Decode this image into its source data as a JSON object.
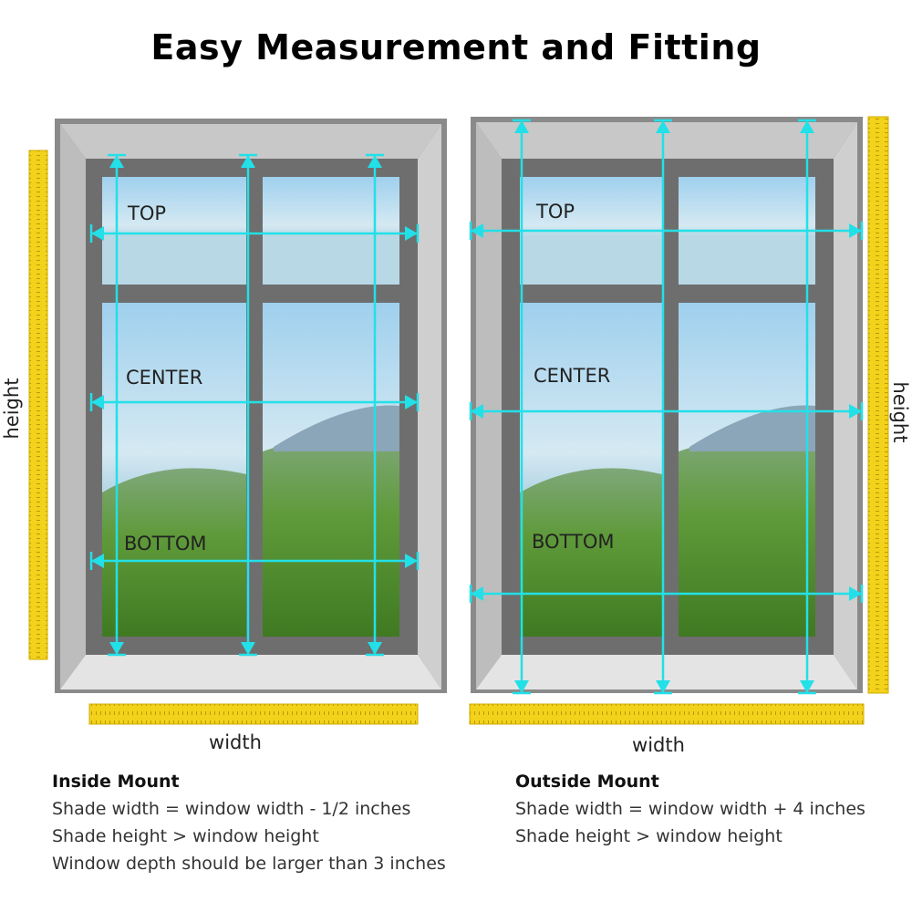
{
  "title": "Easy Measurement and Fitting",
  "colors": {
    "measure_line": "#22e0e8",
    "ruler": "#f2d21a",
    "frame_outer": "#8a8a8a",
    "frame_inner": "#6e6e6e",
    "reveal": "#d9d9d9",
    "sky": "#bfe0f2"
  },
  "inside_mount": {
    "labels": {
      "top": "TOP",
      "center": "CENTER",
      "bottom": "BOTTOM"
    },
    "height_label": "height",
    "width_label": "width",
    "heading": "Inside Mount",
    "lines": [
      "Shade width = window width - 1/2 inches",
      "Shade height > window height",
      "Window depth should be larger than 3 inches"
    ]
  },
  "outside_mount": {
    "labels": {
      "top": "TOP",
      "center": "CENTER",
      "bottom": "BOTTOM"
    },
    "height_label": "height",
    "width_label": "width",
    "heading": "Outside Mount",
    "lines": [
      "Shade width = window width + 4 inches",
      "Shade height > window height"
    ]
  }
}
